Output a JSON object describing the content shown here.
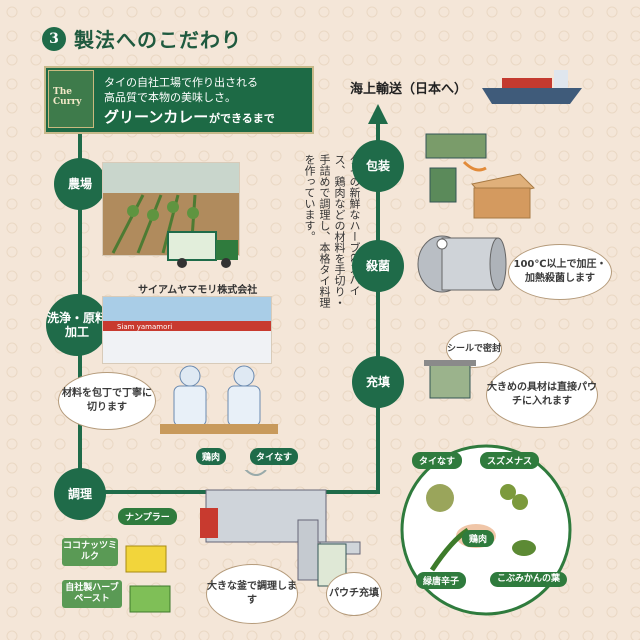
{
  "heading": {
    "number": "3",
    "title": "製法へのこだわり"
  },
  "banner": {
    "package_text": "The Curry",
    "line1": "タイの自社工場で作り出される",
    "line2": "高品質で本物の美味しさ。",
    "product": "グリーンカレー",
    "suffix": "ができるまで"
  },
  "stages": {
    "farm": "農場",
    "wash": "洗浄・原料加工",
    "cook": "調理",
    "fill": "充填",
    "sterilize": "殺菌",
    "pack": "包装"
  },
  "company": "サイアムヤマモリ株式会社",
  "company_sign": "Siam yamamori",
  "vertical_text": "タイの新鮮なハーブ&スパイス、鶏肉などの材料を手切り・手詰めで調理し、本格タイ料理を作っています。",
  "shipping": "海上輸送（日本へ）",
  "bubbles": {
    "cut": "材料を包丁で丁寧に切ります",
    "sterilize": "100℃以上で加圧・加熱殺菌します",
    "seal": "シールで密封",
    "fill": "大きめの具材は直接パウチに入れます",
    "pot": "大きな釜で調理します",
    "pouch": "パウチ充填"
  },
  "tags": {
    "chicken": "鶏肉",
    "eggplant": "タイなす"
  },
  "ingredients": {
    "fish_sauce": "ナンプラー",
    "coconut": "ココナッツミルク",
    "paste": "自社製ハーブペースト"
  },
  "herbs": {
    "thai_eggplant": "タイなす",
    "pea_eggplant": "スズメナス",
    "chicken": "鶏肉",
    "chili": "緑唐辛子",
    "kaffir": "こぶみかんの葉"
  }
}
